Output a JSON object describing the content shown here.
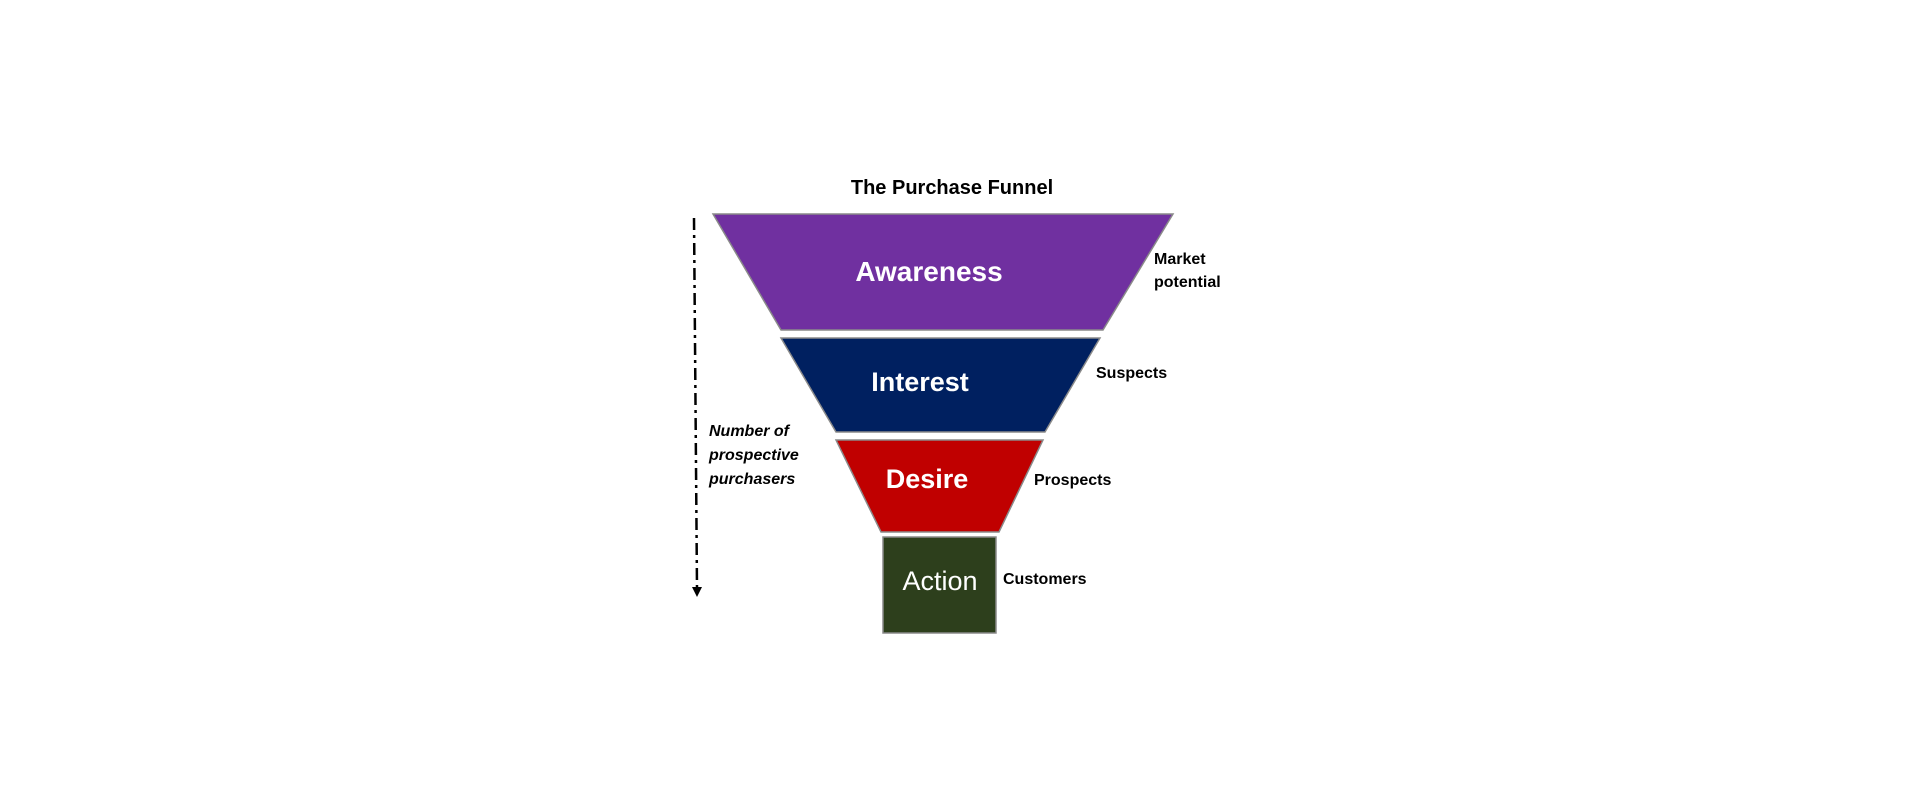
{
  "title": "The Purchase Funnel",
  "stages": [
    {
      "label": "Awareness",
      "side_label_lines": [
        "Market",
        "potential"
      ],
      "color": "#7030a0"
    },
    {
      "label": "Interest",
      "side_label_lines": [
        "Suspects"
      ],
      "color": "#002060"
    },
    {
      "label": "Desire",
      "side_label_lines": [
        "Prospects"
      ],
      "color": "#c00000"
    },
    {
      "label": "Action",
      "side_label_lines": [
        "Customers"
      ],
      "color": "#2d3f1c"
    }
  ],
  "axis_label_lines": [
    "Number of",
    "prospective",
    "purchasers"
  ]
}
